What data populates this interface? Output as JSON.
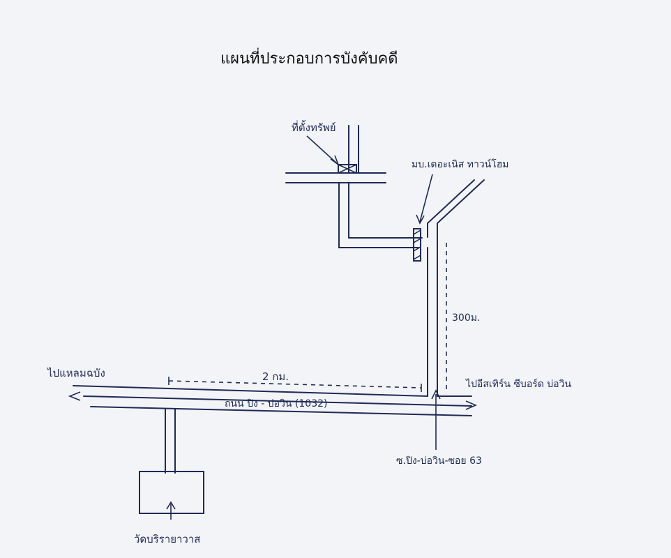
{
  "title": "แผนที่ประกอบการบังคับคดี",
  "labels": {
    "property": "ที่ตั้งทรัพย์",
    "village": "มบ.เดอะเนิส ทาวน์โฮม",
    "distance_soi": "300ม.",
    "distance_main": "2 กม.",
    "road_name": "ถนน ปิง - บ่อวิน (1032)",
    "to_left": "ไปแหลมฉบัง",
    "to_right": "ไปอีสเทิร์น ซีบอร์ด บ่อวิน",
    "soi": "ซ.ปิง-บ่อวิน-ซอย 63",
    "temple": "วัดบริรายาวาส"
  },
  "colors": {
    "ink": "#1f2a55",
    "paper": "#f3f4f7"
  }
}
